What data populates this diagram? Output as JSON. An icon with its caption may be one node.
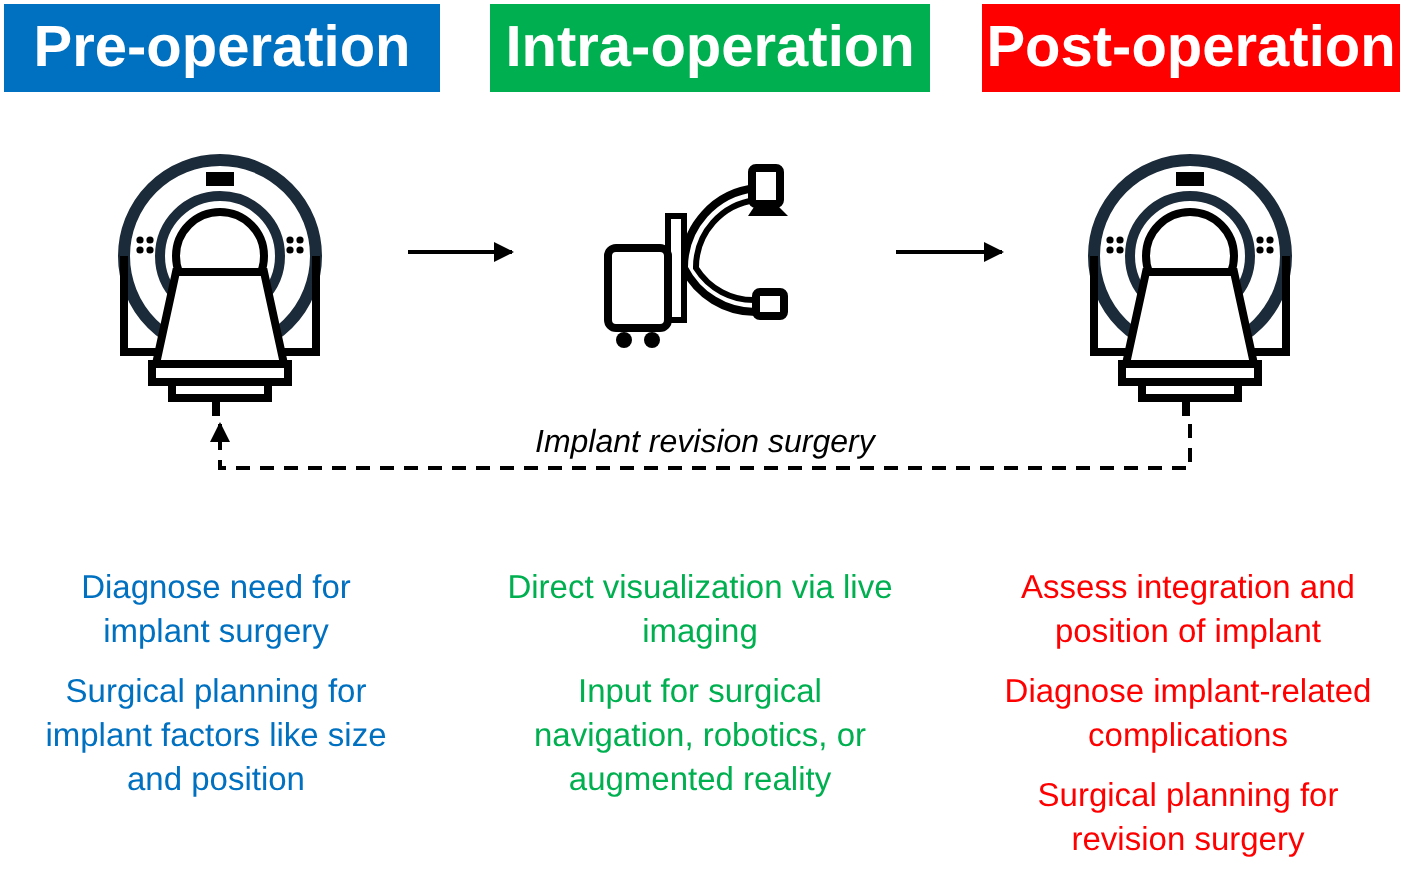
{
  "diagram": {
    "nodes": [
      {
        "text": [
          "Pre-operation"
        ]
      },
      {
        "text": [
          "Intra-operation"
        ]
      },
      {
        "text": [
          "Post-operation"
        ]
      },
      {
        "text": [],
        "shape": "picture"
      },
      {
        "text": [],
        "shape": "picture"
      },
      {
        "text": [],
        "shape": "picture"
      }
    ],
    "edges": [
      {
        "from": 3,
        "to": 4,
        "arrow": "to"
      },
      {
        "from": 4,
        "to": 5,
        "arrow": "to"
      },
      {
        "from": 5,
        "to": 3,
        "arrow": "to",
        "style": "dashed",
        "label": "Implant revision surgery"
      }
    ],
    "labels": [
      "Diagnose need for implant surgery",
      "Surgical planning for implant factors like size and position",
      "Direct visualization via live imaging",
      "Input for surgical navigation, robotics, or augmented reality",
      "Assess integration and position of implant",
      "Diagnose implant-related complications",
      "Surgical planning for revision surgery"
    ]
  }
}
